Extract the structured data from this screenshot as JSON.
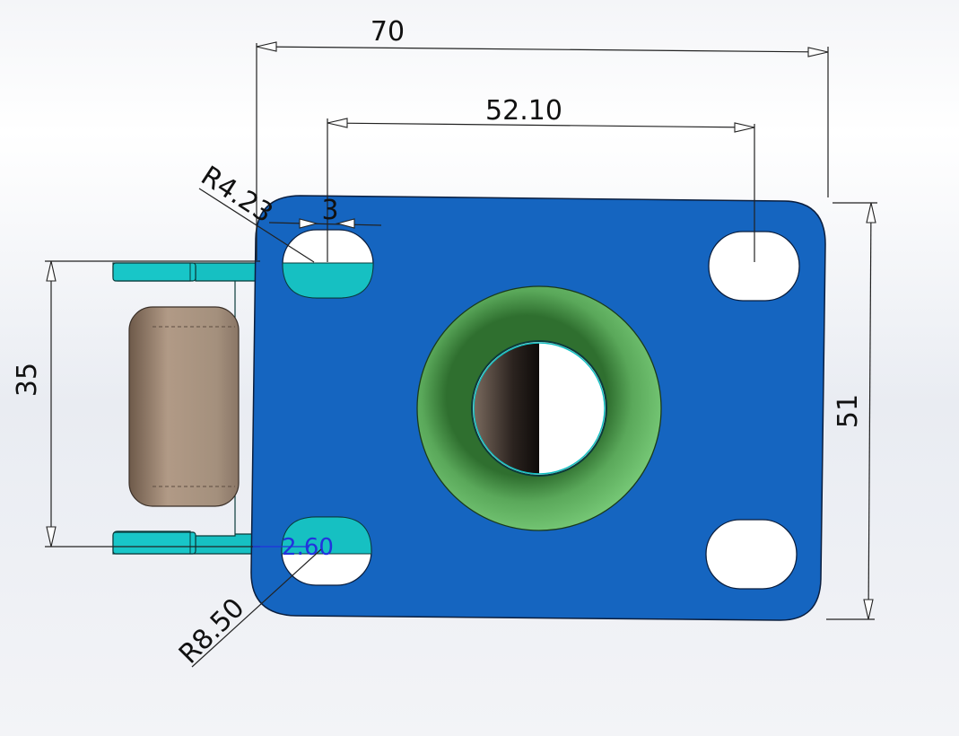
{
  "colors": {
    "plate": "#1565c0",
    "bracket": "#16c0c2",
    "wheel": "#a8907c",
    "ring_outer": "#5fb85f",
    "ring_inner": "#2a6e2a",
    "background": "#eef0f4",
    "dimension_line": "#222222",
    "edited_dimension": "#2233dd"
  },
  "dimensions": {
    "overall_width": "70",
    "hole_spacing": "52.10",
    "slot_radius_top": "R4.23",
    "slot_offset": "3",
    "bracket_height": "35",
    "overall_height": "51",
    "active_dimension": "2.60",
    "slot_radius_bottom": "R8.50"
  }
}
